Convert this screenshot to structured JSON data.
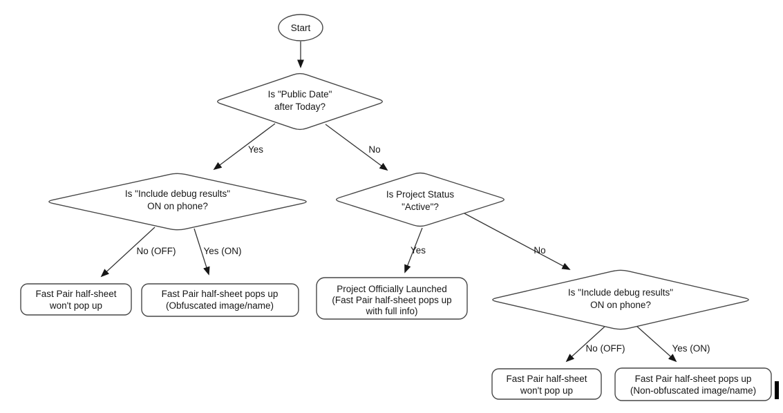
{
  "flowchart": {
    "start": {
      "label": "Start"
    },
    "decisions": {
      "public_date": {
        "line1": "Is \"Public Date\"",
        "line2": "after Today?"
      },
      "debug_left": {
        "line1": "Is \"Include debug results\"",
        "line2": "ON on phone?"
      },
      "project_status": {
        "line1": "Is Project Status",
        "line2": "\"Active\"?"
      },
      "debug_right": {
        "line1": "Is \"Include debug results\"",
        "line2": "ON on phone?"
      }
    },
    "outcomes": {
      "no_popup_left": {
        "line1": "Fast Pair half-sheet",
        "line2": "won't pop up"
      },
      "obfuscated": {
        "line1": "Fast Pair half-sheet pops up",
        "line2": "(Obfuscated image/name)"
      },
      "launched": {
        "line1": "Project Officially Launched",
        "line2": "(Fast Pair half-sheet pops up",
        "line3": "with full info)"
      },
      "no_popup_right": {
        "line1": "Fast Pair half-sheet",
        "line2": "won't pop up"
      },
      "non_obfuscated": {
        "line1": "Fast Pair half-sheet pops up",
        "line2": "(Non-obfuscated image/name)"
      }
    },
    "edge_labels": {
      "d1_yes": "Yes",
      "d1_no": "No",
      "d2_no": "No (OFF)",
      "d2_yes": "Yes (ON)",
      "d3_yes": "Yes",
      "d3_no": "No",
      "d4_no": "No (OFF)",
      "d4_yes": "Yes (ON)"
    },
    "colors": {
      "shape_stroke": "#474747",
      "edge_stroke": "#333333",
      "text": "#161616",
      "background": "#ffffff",
      "caret_bar": "#000000"
    }
  }
}
